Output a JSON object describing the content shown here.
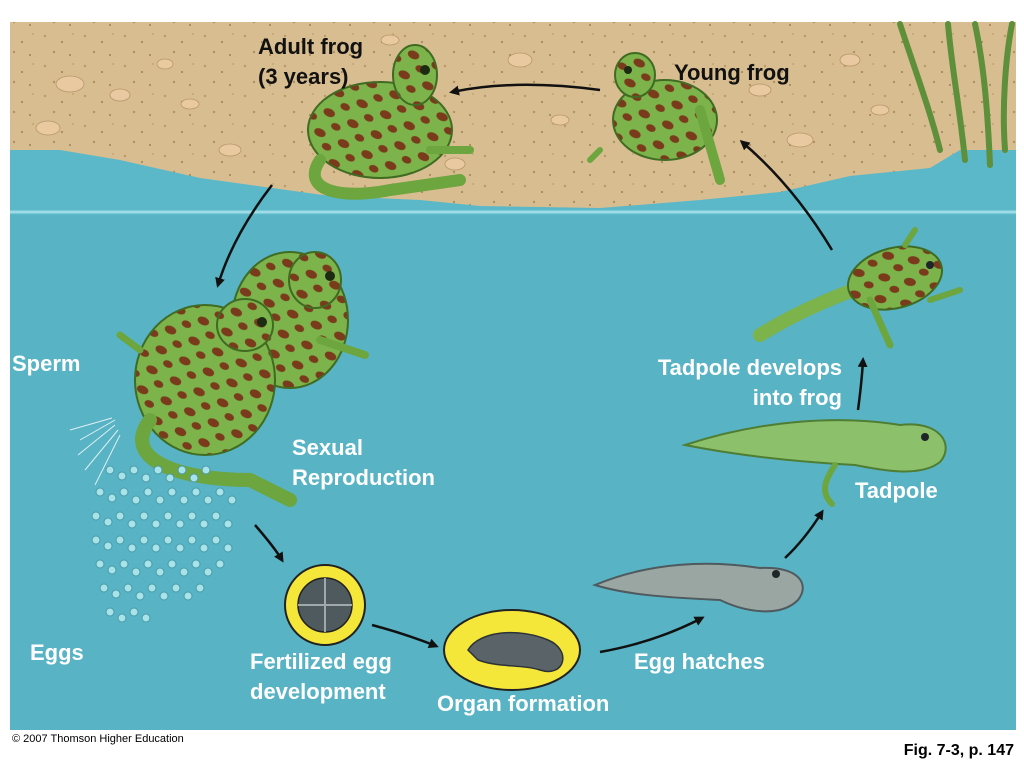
{
  "labels": {
    "adult_frog_line1": "Adult frog",
    "adult_frog_line2": "(3 years)",
    "young_frog": "Young frog",
    "sperm": "Sperm",
    "sexual_line1": "Sexual",
    "sexual_line2": "Reproduction",
    "eggs": "Eggs",
    "fertilized_line1": "Fertilized egg",
    "fertilized_line2": "development",
    "organ_formation": "Organ formation",
    "egg_hatches": "Egg hatches",
    "tadpole": "Tadpole",
    "develops_line1": "Tadpole develops",
    "develops_line2": "into frog"
  },
  "footer": {
    "copyright": "© 2007 Thomson Higher Education",
    "figure_ref": "Fig. 7-3, p. 147"
  },
  "colors": {
    "water": "#5ab8c9",
    "sand": "#d4b88a",
    "frog_green": "#7cb34a",
    "frog_spot": "#7a3b1c",
    "yellow_disc": "#f5e63a",
    "arrow": "#111111"
  }
}
